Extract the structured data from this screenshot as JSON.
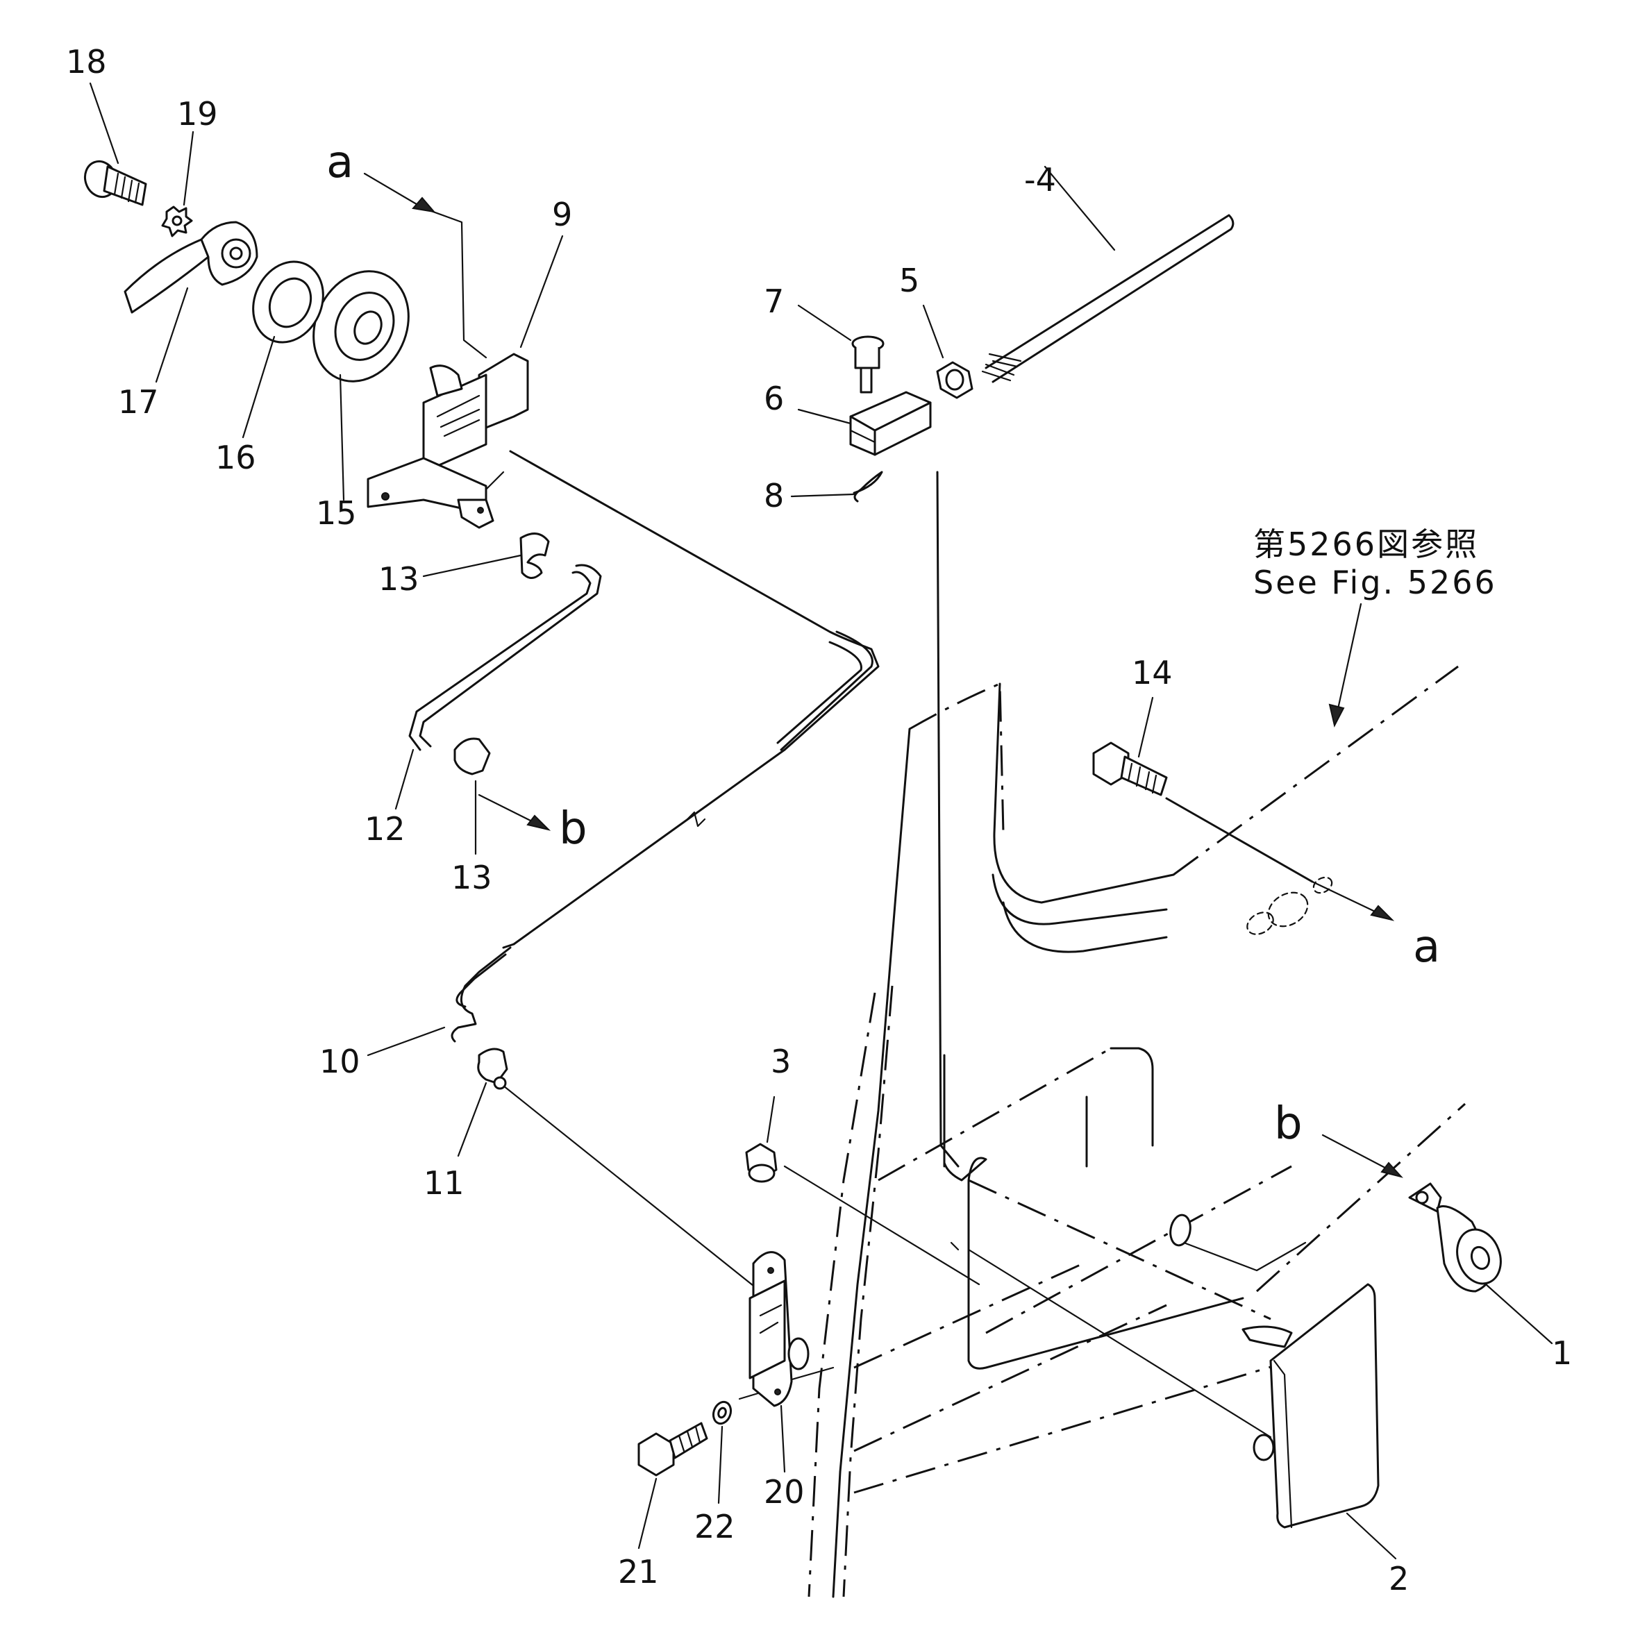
{
  "labels": {
    "p1": "1",
    "p2": "2",
    "p3": "3",
    "p4": "-4",
    "p5": "5",
    "p6": "6",
    "p7": "7",
    "p8": "8",
    "p9": "9",
    "p10": "10",
    "p11": "11",
    "p12": "12",
    "p13a": "13",
    "p13b": "13",
    "p14": "14",
    "p15": "15",
    "p16": "16",
    "p17": "17",
    "p18": "18",
    "p19": "19",
    "p20": "20",
    "p21": "21",
    "p22": "22"
  },
  "refs": {
    "a_top": "a",
    "a_right": "a",
    "b_mid": "b",
    "b_right": "b"
  },
  "note": {
    "jp": "第5266図参照",
    "en": "See  Fig.  5266"
  }
}
